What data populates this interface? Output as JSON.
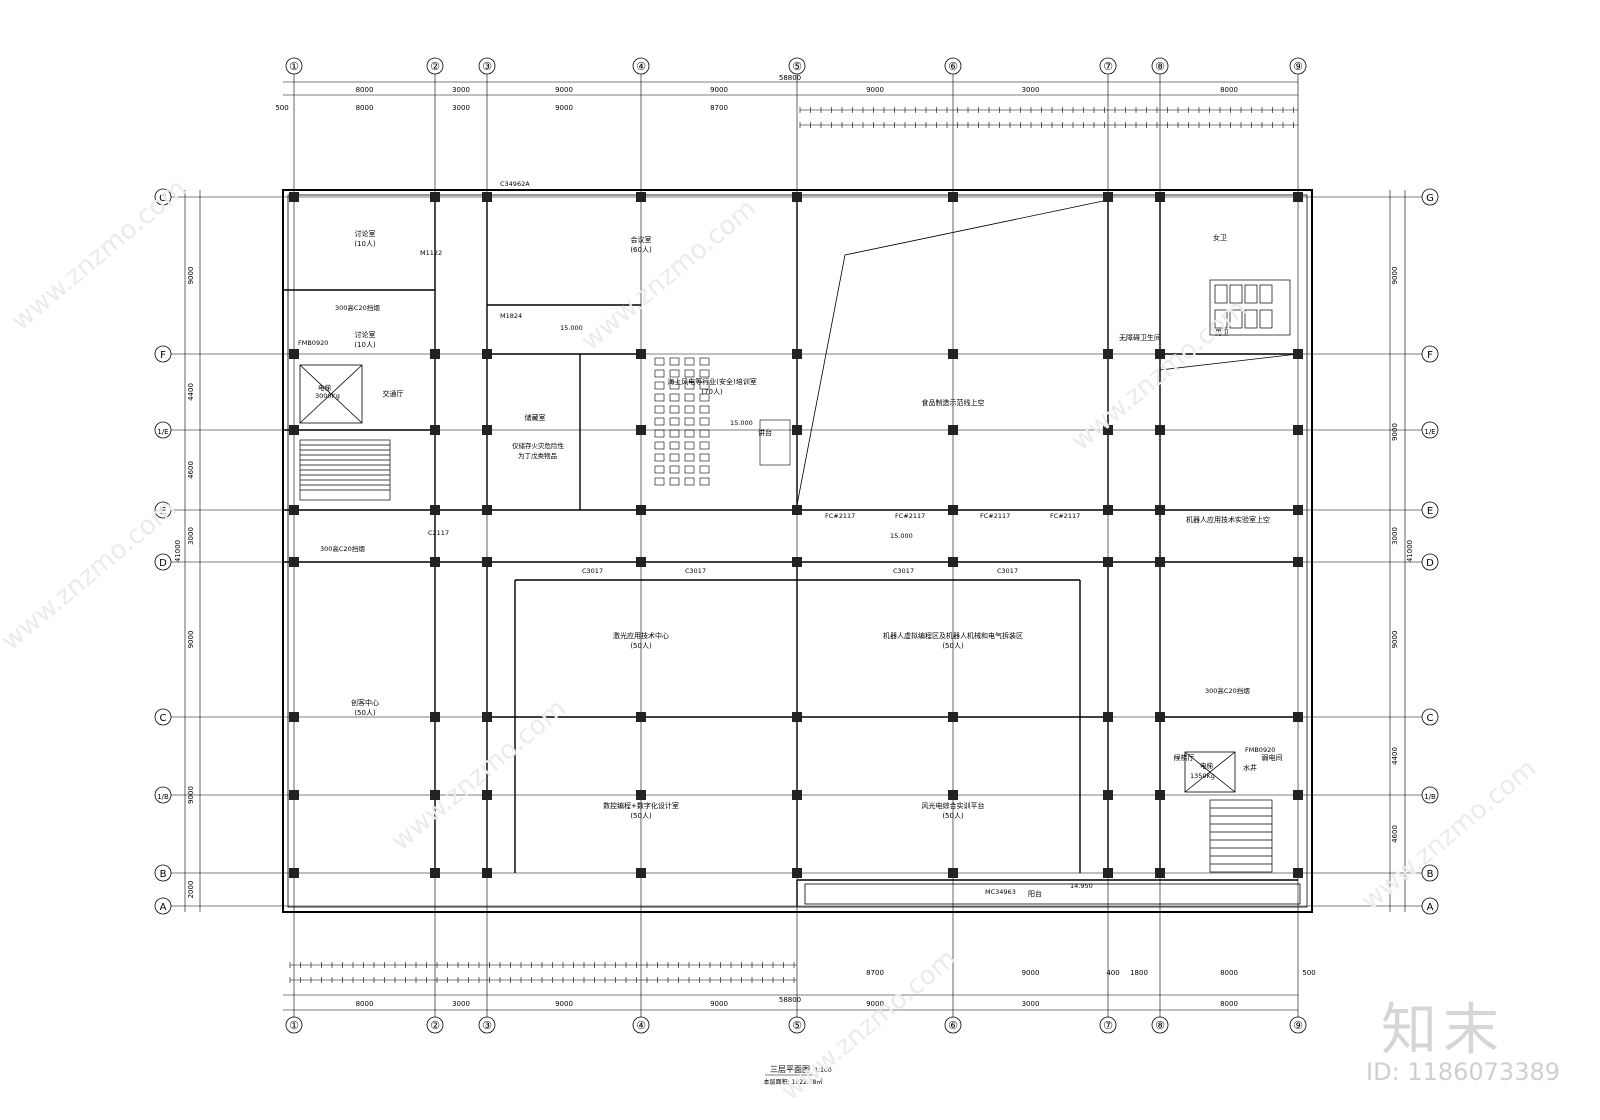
{
  "watermark": {
    "site": "www.znzmo.com",
    "logo_text": "知末",
    "id_label": "ID: 1186073389"
  },
  "drawing": {
    "title": "三层平面图",
    "scale": "1:100",
    "area_note": "本层面积: 1922.78㎡"
  },
  "grid": {
    "columns": [
      "①",
      "②",
      "③",
      "④",
      "⑤",
      "⑥",
      "⑦",
      "⑧",
      "⑨"
    ],
    "rows": [
      "G",
      "F",
      "1/E",
      "E",
      "D",
      "C",
      "1/B",
      "B",
      "A"
    ],
    "top_dims": [
      "8000",
      "3000",
      "9000",
      "9000",
      "9000",
      "3000",
      "8000"
    ],
    "top_dims2": [
      "500",
      "8000",
      "3000",
      "9000",
      "8700"
    ],
    "total": "58800",
    "bottom_dims": [
      "8000",
      "3000",
      "9000",
      "9000",
      "9000",
      "3000",
      "8000"
    ],
    "bottom_dims2": [
      "8700",
      "9000",
      "400",
      "1800",
      "8000",
      "500"
    ],
    "left_dims": [
      "9000",
      "4400",
      "4600",
      "3000",
      "9000",
      "9000",
      "2000"
    ],
    "right_dims": [
      "9000",
      "9000",
      "3000",
      "9000",
      "4400",
      "4600"
    ],
    "overall_side": "41000"
  },
  "rooms": [
    {
      "name": "讨论室",
      "cap": "(10人)"
    },
    {
      "name": "讨论室",
      "cap": "(10人)"
    },
    {
      "name": "会议室",
      "cap": "(60人)"
    },
    {
      "name": "储藏室",
      "cap": ""
    },
    {
      "name": "海上风电等行业(安全)培训室",
      "cap": "(70人)"
    },
    {
      "name": "讲台",
      "cap": ""
    },
    {
      "name": "食品制造示范线上空",
      "cap": ""
    },
    {
      "name": "机器人应用技术实验室上空",
      "cap": ""
    },
    {
      "name": "交通厅",
      "cap": ""
    },
    {
      "name": "创客中心",
      "cap": "(50人)"
    },
    {
      "name": "激光应用技术中心",
      "cap": "(50人)"
    },
    {
      "name": "机器人虚拟编程区及机器人机械和电气拆装区",
      "cap": "(50人)"
    },
    {
      "name": "数控编程+数字化设计室",
      "cap": "(50人)"
    },
    {
      "name": "风光电综合实训平台",
      "cap": "(50人)"
    },
    {
      "name": "候梯厅",
      "cap": ""
    },
    {
      "name": "弱电间",
      "cap": ""
    },
    {
      "name": "水井",
      "cap": ""
    },
    {
      "name": "男卫",
      "cap": ""
    },
    {
      "name": "女卫",
      "cap": ""
    },
    {
      "name": "无障碍卫生间",
      "cap": ""
    },
    {
      "name": "阳台",
      "cap": ""
    }
  ],
  "labels": {
    "storage_note1": "仅储存火灾危险性",
    "storage_note2": "为丁戊类物品",
    "elev_load1": "3000Kg",
    "elev_load2": "1350Kg",
    "elev": "电梯",
    "level1": "15.000",
    "level2": "15.000",
    "level3": "15.000",
    "level4": "14.950",
    "c_top": "C34962A",
    "mc": "MC34963",
    "smoke": "300高C20挡烟",
    "fm1": "FMB0920",
    "fm2": "FMB0920",
    "m1122": "M1122",
    "m1824": "M1824",
    "fw2117": "FC#2117",
    "c3017": "C3017",
    "c2117": "C2117"
  }
}
